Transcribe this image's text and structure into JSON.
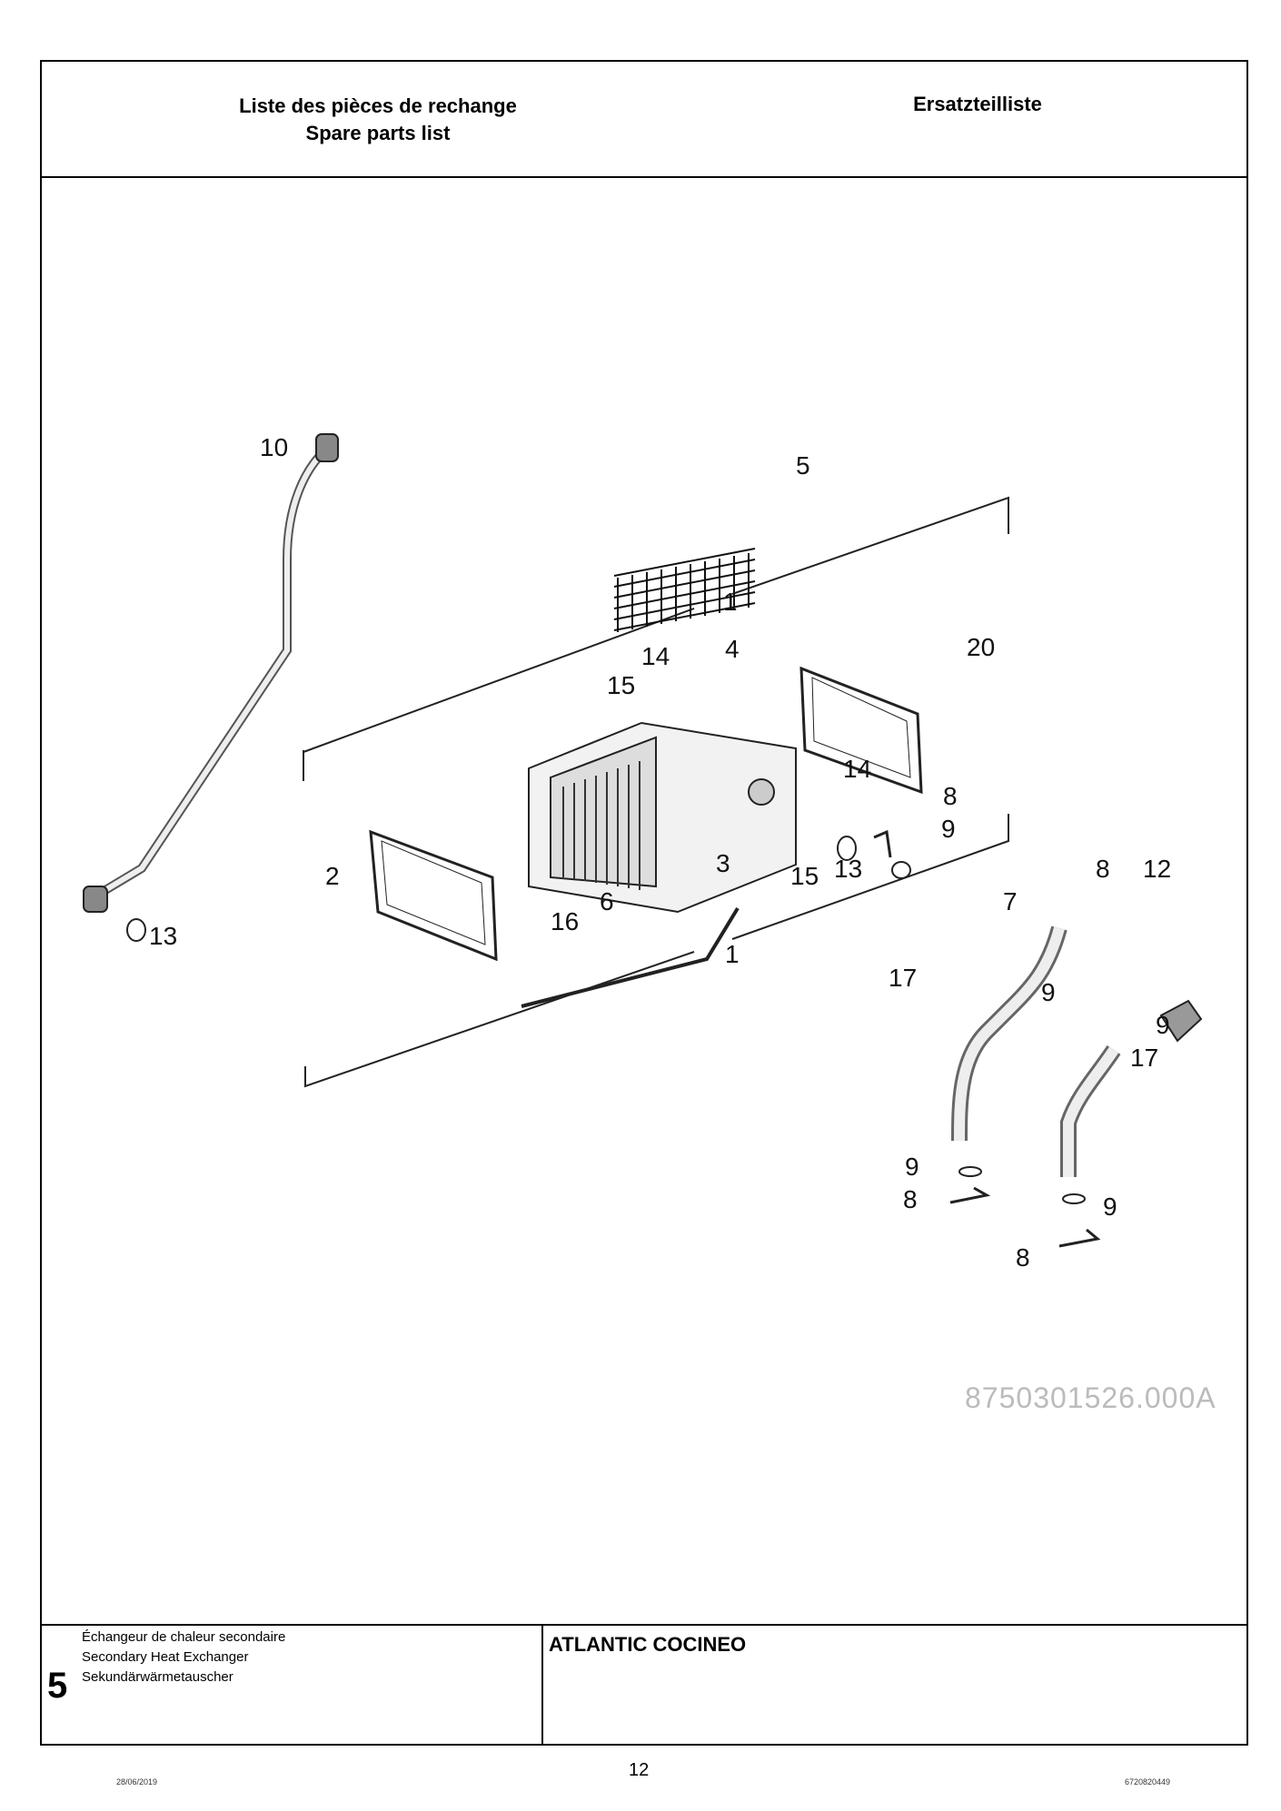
{
  "header": {
    "title_fr": "Liste des pièces de rechange",
    "title_en": "Spare parts list",
    "title_de": "Ersatzteilliste"
  },
  "diagram": {
    "ref_code": "8750301526.000A",
    "labels": [
      "10",
      "5",
      "1",
      "14",
      "4",
      "15",
      "20",
      "14",
      "8",
      "9",
      "13",
      "2",
      "3",
      "15",
      "16",
      "6",
      "1",
      "7",
      "8",
      "12",
      "9",
      "17",
      "9",
      "17",
      "9",
      "8",
      "9",
      "8",
      "13"
    ]
  },
  "footer": {
    "section_number": "5",
    "section_fr": "Échangeur de chaleur secondaire",
    "section_en": "Secondary Heat Exchanger",
    "section_de": "Sekundärwärmetauscher",
    "product": "ATLANTIC COCINEO"
  },
  "page": {
    "number": "12",
    "date": "28/06/2019",
    "doc_number": "6720820449"
  }
}
